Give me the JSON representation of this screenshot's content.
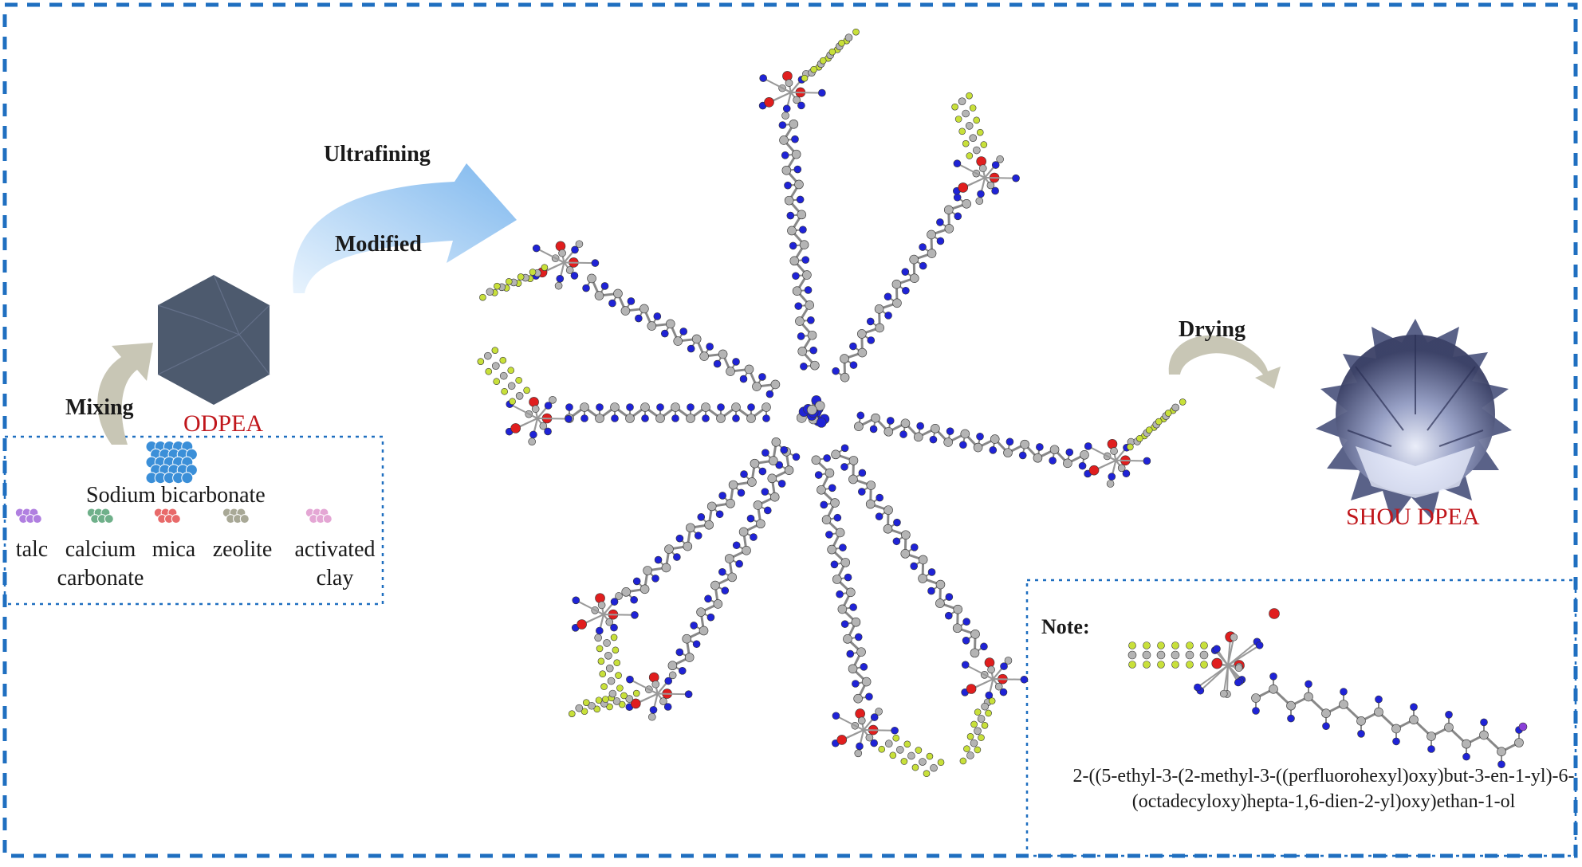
{
  "process": {
    "step_ultrafining": "Ultrafining",
    "step_modified": "Modified",
    "step_drying": "Drying",
    "step_mixing": "Mixing"
  },
  "products": {
    "odpea": "ODPEA",
    "shou_dpea": "SHOU DPEA"
  },
  "ingredients": {
    "primary": "Sodium bicarbonate",
    "fillers": [
      {
        "name": "talc",
        "color": "#b07fe0"
      },
      {
        "name": "calcium",
        "name2": "carbonate",
        "color": "#6fb08a"
      },
      {
        "name": "mica",
        "color": "#e86a6a"
      },
      {
        "name": "zeolite",
        "color": "#a8a896"
      },
      {
        "name": "activated",
        "name2": "clay",
        "color": "#e4a6d4"
      }
    ],
    "bicarbonate_color": "#3b8fd8"
  },
  "note": {
    "label": "Note:",
    "compound_name": "2-((5-ethyl-3-(2-methyl-3-((perfluorohexyl)oxy)but-3-en-1-yl)-6-(octadecyloxy)hepta-1,6-dien-2-yl)oxy)ethan-1-ol"
  },
  "colors": {
    "frame": "#1f6fc0",
    "carbon": "#b4b4b4",
    "hydrogen": "#1f23d6",
    "oxygen": "#e01e1e",
    "fluorine": "#c8e03a",
    "arrow_blue": "#8cc0ef",
    "arrow_gray": "#c8c6b5",
    "particle": "#4d5a6e"
  }
}
